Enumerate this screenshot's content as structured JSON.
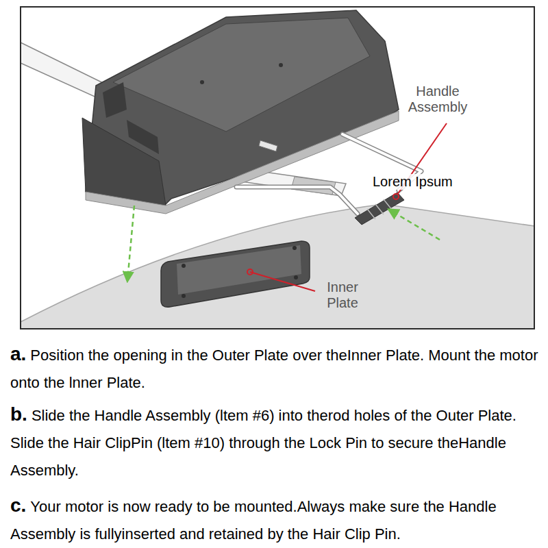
{
  "diagram": {
    "labels": [
      "Handle Assembly",
      "Lorem Ipsum",
      "Inner Plate",
      "a.",
      "Position the opening in the Outer Plate over theInner Plate. Mount the motor onto the lnner Plate.",
      "b.",
      "Slide the Handle Assembly (ltem #6) into therod holes of the Outer Plate. Slide the Hair ClipPin (ltem #10) through the Lock Pin to secure theHandle Assembly.",
      "c.",
      "Your motor is now ready to be mounted.Always make sure the Handle Assembly is fullyinserted and retained by the Hair Clip Pin."
    ]
  }
}
